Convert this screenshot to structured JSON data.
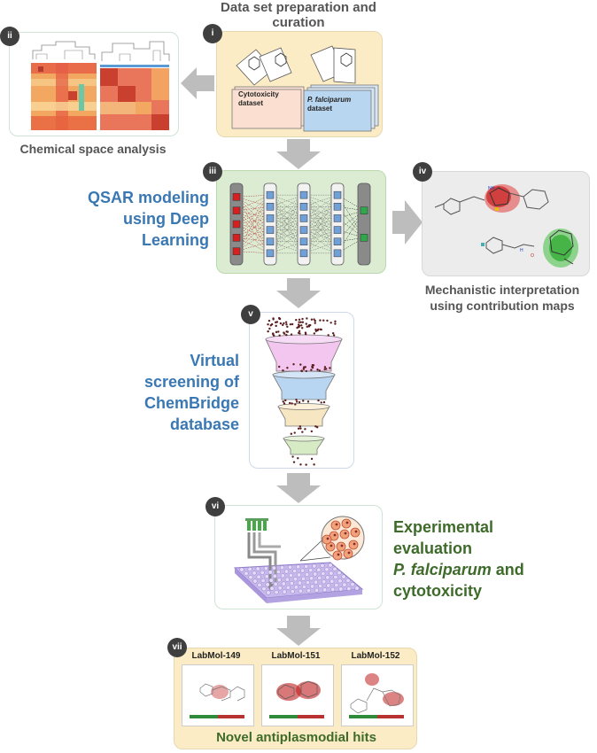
{
  "steps": {
    "i": {
      "badge": "i",
      "title": "Data set preparation and curation",
      "dataset1": "Cytotoxicity dataset",
      "dataset2_italic": "P. falciparum",
      "dataset2_rest": "dataset"
    },
    "ii": {
      "badge": "ii",
      "caption": "Chemical space analysis"
    },
    "iii": {
      "badge": "iii",
      "caption_l1": "QSAR modeling",
      "caption_l2": "using Deep",
      "caption_l3": "Learning"
    },
    "iv": {
      "badge": "iv",
      "caption_l1": "Mechanistic interpretation",
      "caption_l2": "using contribution maps"
    },
    "v": {
      "badge": "v",
      "caption_l1": "Virtual",
      "caption_l2": "screening of",
      "caption_l3": "ChemBridge",
      "caption_l4": "database"
    },
    "vi": {
      "badge": "vi",
      "caption_l1": "Experimental",
      "caption_l2": "evaluation",
      "caption_l3_italic": "P. falciparum",
      "caption_l3_rest": " and",
      "caption_l4": "cytotoxicity"
    },
    "vii": {
      "badge": "vii",
      "hits": [
        "LabMol-149",
        "LabMol-151",
        "LabMol-152"
      ],
      "caption": "Novel antiplasmodial hits"
    }
  },
  "colors": {
    "arrow": "#bdbdbd",
    "box_i": "#fbecc6",
    "box_iii": "#dcecd2",
    "box_iv": "#ececec",
    "box_vii": "#fbecc6",
    "blue_text": "#3a78b4",
    "green_text": "#3e6b2a",
    "gray_text": "#555555"
  }
}
